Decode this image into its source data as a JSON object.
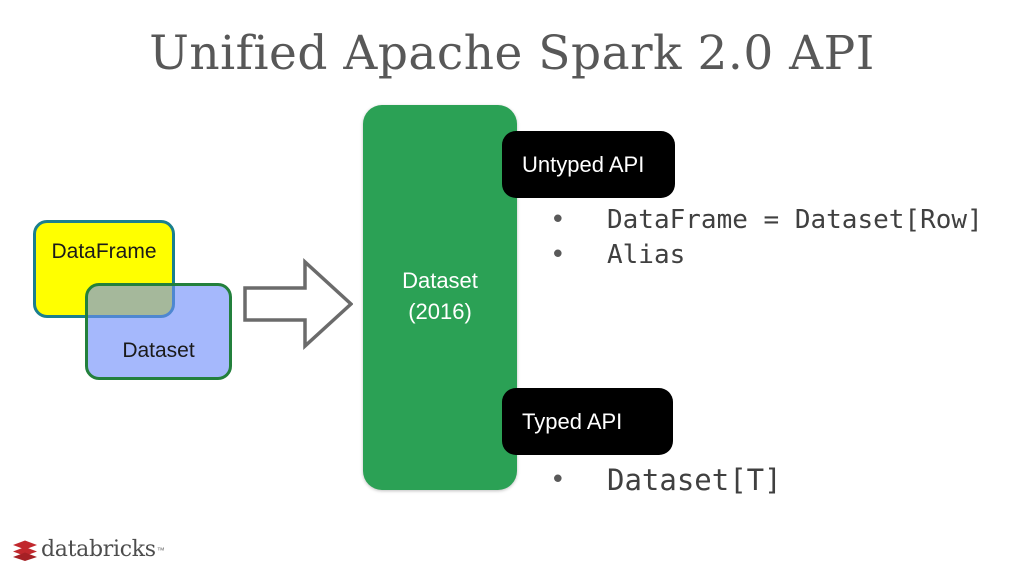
{
  "slide": {
    "title": "Unified Apache Spark 2.0 API",
    "background_color": "#ffffff"
  },
  "legacy_boxes": {
    "dataframe": {
      "label": "DataFrame",
      "fill_color": "#ffff00",
      "border_color": "#1b7f8e"
    },
    "dataset": {
      "label": "Dataset",
      "fill_color": "#6e8cfa",
      "border_color": "#23803c"
    }
  },
  "arrow": {
    "icon": "right-block-arrow-icon",
    "stroke_color": "#6b6b6b",
    "fill_color": "#ffffff"
  },
  "unified_box": {
    "line1": "Dataset",
    "line2": "(2016)",
    "fill_color": "#2ba155",
    "text_color": "#ffffff"
  },
  "untyped": {
    "pill_label": "Untyped API",
    "pill_color": "#000000",
    "bullets": [
      "DataFrame = Dataset[Row]",
      "Alias"
    ]
  },
  "typed": {
    "pill_label": "Typed API",
    "pill_color": "#000000",
    "bullets": [
      "Dataset[T]"
    ]
  },
  "footer": {
    "logo_mark_icon": "databricks-stacked-layers-icon",
    "logo_text": "databricks",
    "trademark": "™",
    "logo_mark_color": "#c1282d",
    "logo_text_color": "#4d4d4d"
  }
}
